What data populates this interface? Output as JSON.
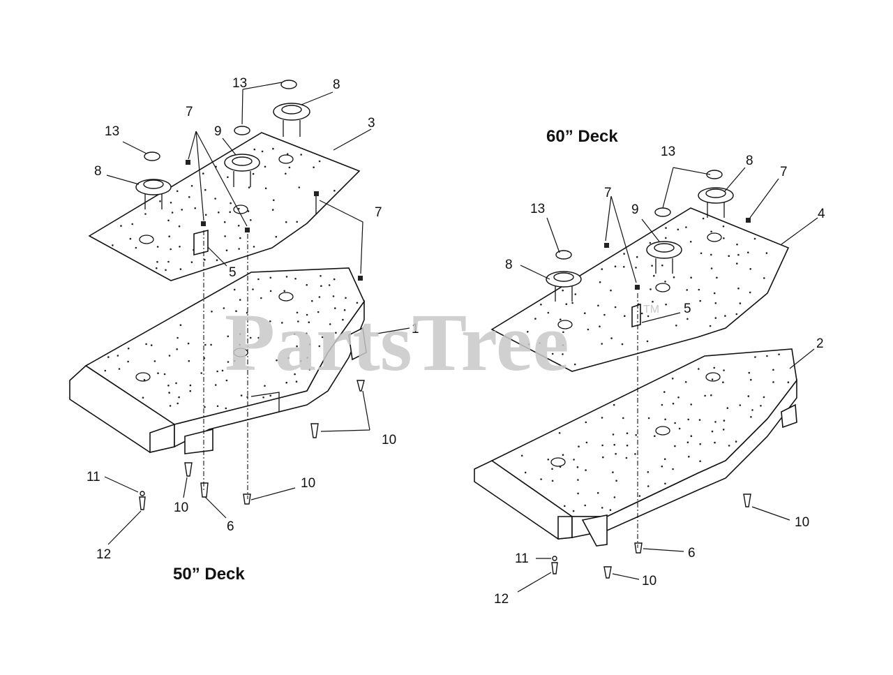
{
  "watermark": {
    "text": "PartsTree",
    "tm": "TM"
  },
  "decks": [
    {
      "id": "50",
      "title": "50” Deck",
      "callouts": [
        "13",
        "8",
        "7",
        "13",
        "9",
        "3",
        "8",
        "7",
        "5",
        "1",
        "10",
        "11",
        "10",
        "10",
        "6",
        "12"
      ]
    },
    {
      "id": "60",
      "title": "60” Deck",
      "callouts": [
        "13",
        "8",
        "7",
        "13",
        "7",
        "9",
        "4",
        "8",
        "5",
        "2",
        "10",
        "11",
        "6",
        "10",
        "12"
      ]
    }
  ],
  "colors": {
    "ink": "#111111",
    "watermark": "#c8c8c8",
    "background": "#ffffff"
  }
}
